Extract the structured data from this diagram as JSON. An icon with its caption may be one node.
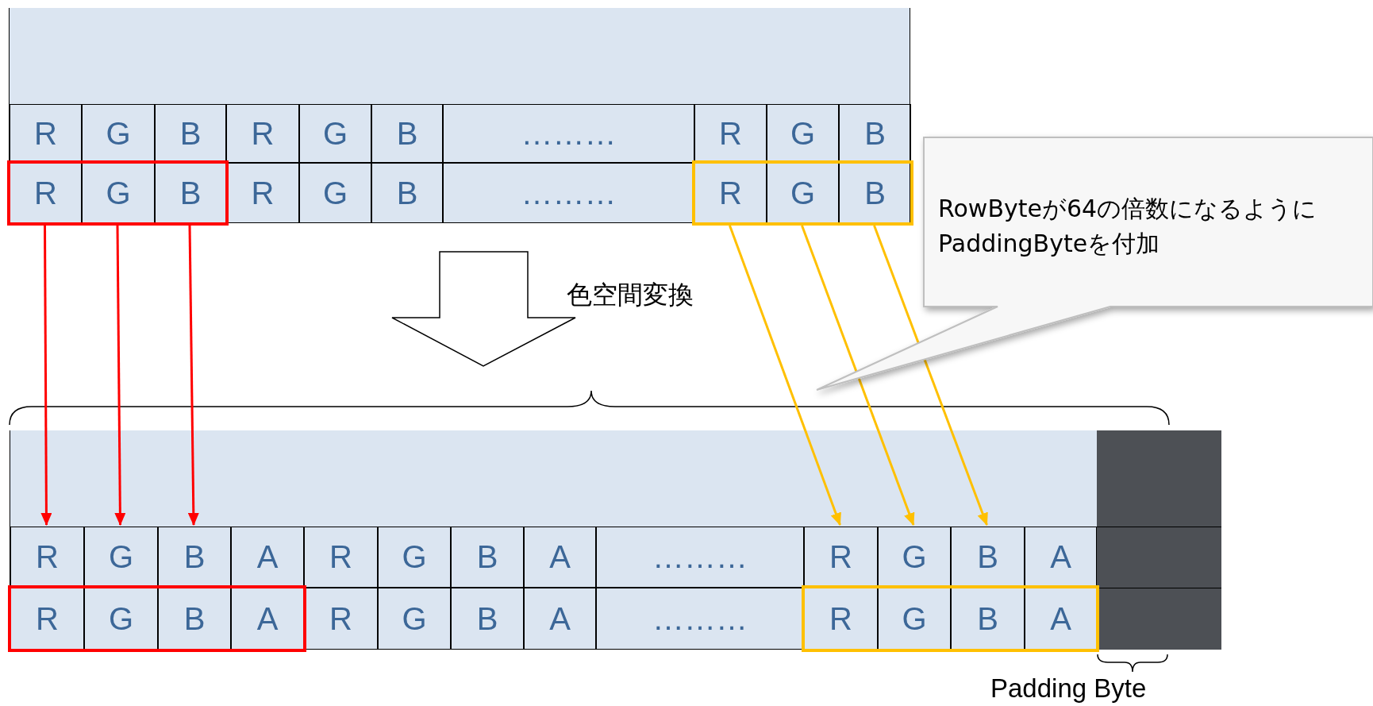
{
  "diagram": {
    "nodes": [
      {
        "text": [],
        "shape": "box"
      },
      {
        "text": [],
        "shape": "box",
        "in": 0
      },
      {
        "text": [],
        "shape": "box",
        "in": 0
      },
      {
        "text": [
          "R"
        ],
        "in": 0
      },
      {
        "text": [
          "G"
        ],
        "in": 0
      },
      {
        "text": [
          "B"
        ],
        "in": 0
      },
      {
        "text": [
          "R"
        ],
        "in": 0
      },
      {
        "text": [
          "G"
        ],
        "in": 0
      },
      {
        "text": [
          "B"
        ],
        "in": 0
      },
      {
        "text": [
          "………"
        ],
        "in": 0
      },
      {
        "text": [
          "R"
        ],
        "in": 0
      },
      {
        "text": [
          "G"
        ],
        "in": 0
      },
      {
        "text": [
          "B"
        ],
        "in": 0
      },
      {
        "text": [
          "R"
        ],
        "in": 1
      },
      {
        "text": [
          "G"
        ],
        "in": 1
      },
      {
        "text": [
          "B"
        ],
        "in": 1
      },
      {
        "text": [
          "R"
        ],
        "in": 0
      },
      {
        "text": [
          "G"
        ],
        "in": 0
      },
      {
        "text": [
          "B"
        ],
        "in": 0
      },
      {
        "text": [
          "………"
        ],
        "in": 0
      },
      {
        "text": [
          "R"
        ],
        "in": 2
      },
      {
        "text": [
          "G"
        ],
        "in": 2
      },
      {
        "text": [
          "B"
        ],
        "in": 2
      },
      {
        "text": [
          "RowByteが64の倍数になるようにPaddingByteを付加"
        ]
      },
      {
        "text": [],
        "shape": "box"
      },
      {
        "text": [],
        "shape": "box",
        "in": 24
      },
      {
        "text": [],
        "shape": "box",
        "in": 24
      },
      {
        "text": [],
        "shape": "box",
        "in": 24,
        "beside": [
          "Padding Byte"
        ]
      },
      {
        "text": [
          "R"
        ],
        "in": 24
      },
      {
        "text": [
          "G"
        ],
        "in": 24
      },
      {
        "text": [
          "B"
        ],
        "in": 24
      },
      {
        "text": [
          "A"
        ],
        "in": 24
      },
      {
        "text": [
          "R"
        ],
        "in": 24
      },
      {
        "text": [
          "G"
        ],
        "in": 24
      },
      {
        "text": [
          "B"
        ],
        "in": 24
      },
      {
        "text": [
          "A"
        ],
        "in": 24
      },
      {
        "text": [
          "………"
        ],
        "in": 24
      },
      {
        "text": [
          "R"
        ],
        "in": 24
      },
      {
        "text": [
          "G"
        ],
        "in": 24
      },
      {
        "text": [
          "B"
        ],
        "in": 24
      },
      {
        "text": [
          "A"
        ],
        "in": 24
      },
      {
        "text": [
          "R"
        ],
        "in": 25
      },
      {
        "text": [
          "G"
        ],
        "in": 25
      },
      {
        "text": [
          "B"
        ],
        "in": 25
      },
      {
        "text": [
          "A"
        ],
        "in": 25
      },
      {
        "text": [
          "R"
        ],
        "in": 24
      },
      {
        "text": [
          "G"
        ],
        "in": 24
      },
      {
        "text": [
          "B"
        ],
        "in": 24
      },
      {
        "text": [
          "A"
        ],
        "in": 24
      },
      {
        "text": [
          "………"
        ],
        "in": 24
      },
      {
        "text": [
          "R"
        ],
        "in": 26
      },
      {
        "text": [
          "G"
        ],
        "in": 26
      },
      {
        "text": [
          "B"
        ],
        "in": 26
      },
      {
        "text": [
          "A"
        ],
        "in": 26
      }
    ],
    "edges": [
      {
        "from": 13,
        "to": 28,
        "arrow": "to",
        "color": "#ff0000"
      },
      {
        "from": 14,
        "to": 29,
        "arrow": "to",
        "color": "#ff0000"
      },
      {
        "from": 15,
        "to": 30,
        "arrow": "to",
        "color": "#ff0000"
      },
      {
        "from": 20,
        "to": 37,
        "arrow": "to",
        "color": "#ffc000"
      },
      {
        "from": 21,
        "to": 38,
        "arrow": "to",
        "color": "#ffc000"
      },
      {
        "from": 22,
        "to": 39,
        "arrow": "to",
        "color": "#ffc000"
      },
      {
        "from": 0,
        "to": 24,
        "arrow": "to",
        "label": "色空間変換"
      }
    ]
  }
}
